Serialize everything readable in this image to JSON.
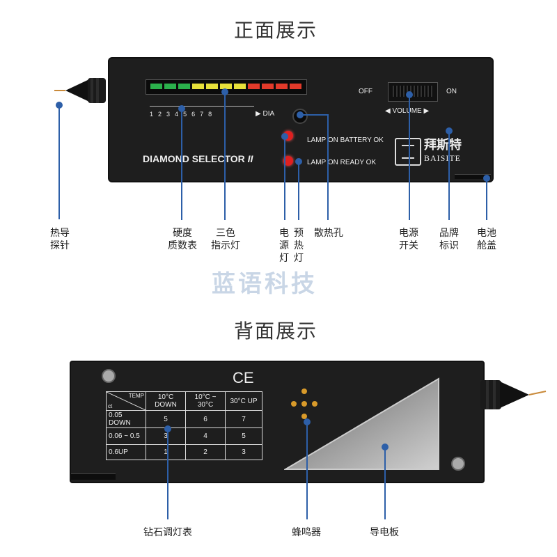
{
  "front": {
    "heading": "正面展示",
    "device": {
      "brand_text": "DIAMOND SELECTOR",
      "model_numeral": "II",
      "scale_numbers": [
        "1",
        "2",
        "3",
        "4",
        "5",
        "6",
        "7",
        "8"
      ],
      "scale_suffix": "▶ DIA",
      "off_label": "OFF",
      "on_label": "ON",
      "volume_label": "◀ VOLUME ▶",
      "lamp_battery": "LAMP ON BATTERY OK",
      "lamp_ready": "LAMP ON READY OK",
      "logo_cn": "拜斯特",
      "logo_en": "BAISITE",
      "led_colors": [
        "#2bb24c",
        "#2bb24c",
        "#2bb24c",
        "#e7e03a",
        "#e7e03a",
        "#e7e03a",
        "#e7e03a",
        "#e23a2a",
        "#e23a2a",
        "#e23a2a",
        "#e23a2a"
      ]
    },
    "callouts": [
      {
        "id": "thermal-probe",
        "lines": [
          "热导",
          "探针"
        ]
      },
      {
        "id": "hardness-scale",
        "lines": [
          "硬度",
          "质数表"
        ]
      },
      {
        "id": "tricolor-indicator",
        "lines": [
          "三色",
          "指示灯"
        ]
      },
      {
        "id": "power-light",
        "lines": [
          "电",
          "源",
          "灯"
        ]
      },
      {
        "id": "preheat-light",
        "lines": [
          "预",
          "热",
          "灯"
        ]
      },
      {
        "id": "vent-hole",
        "lines": [
          "散热孔"
        ]
      },
      {
        "id": "power-switch",
        "lines": [
          "电源",
          "开关"
        ]
      },
      {
        "id": "brand-logo",
        "lines": [
          "品牌",
          "标识"
        ]
      },
      {
        "id": "battery-cover",
        "lines": [
          "电池",
          "舱盖"
        ]
      }
    ]
  },
  "watermark": "蓝语科技",
  "back": {
    "heading": "背面展示",
    "ce_mark": "CE",
    "table": {
      "corner_top": "TEMP",
      "corner_bottom": "ct",
      "headers": [
        "10°C DOWN",
        "10°C ~ 30°C",
        "30°C UP"
      ],
      "rows": [
        {
          "label": "0.05 DOWN",
          "values": [
            "5",
            "6",
            "7"
          ]
        },
        {
          "label": "0.06 ~ 0.5",
          "values": [
            "3",
            "4",
            "5"
          ]
        },
        {
          "label": "0.6UP",
          "values": [
            "1",
            "2",
            "3"
          ]
        }
      ]
    },
    "callouts": [
      {
        "id": "diamond-table",
        "lines": [
          "钻石调灯表"
        ]
      },
      {
        "id": "buzzer",
        "lines": [
          "蜂鸣器"
        ]
      },
      {
        "id": "conductive-plate",
        "lines": [
          "导电板"
        ]
      }
    ]
  }
}
